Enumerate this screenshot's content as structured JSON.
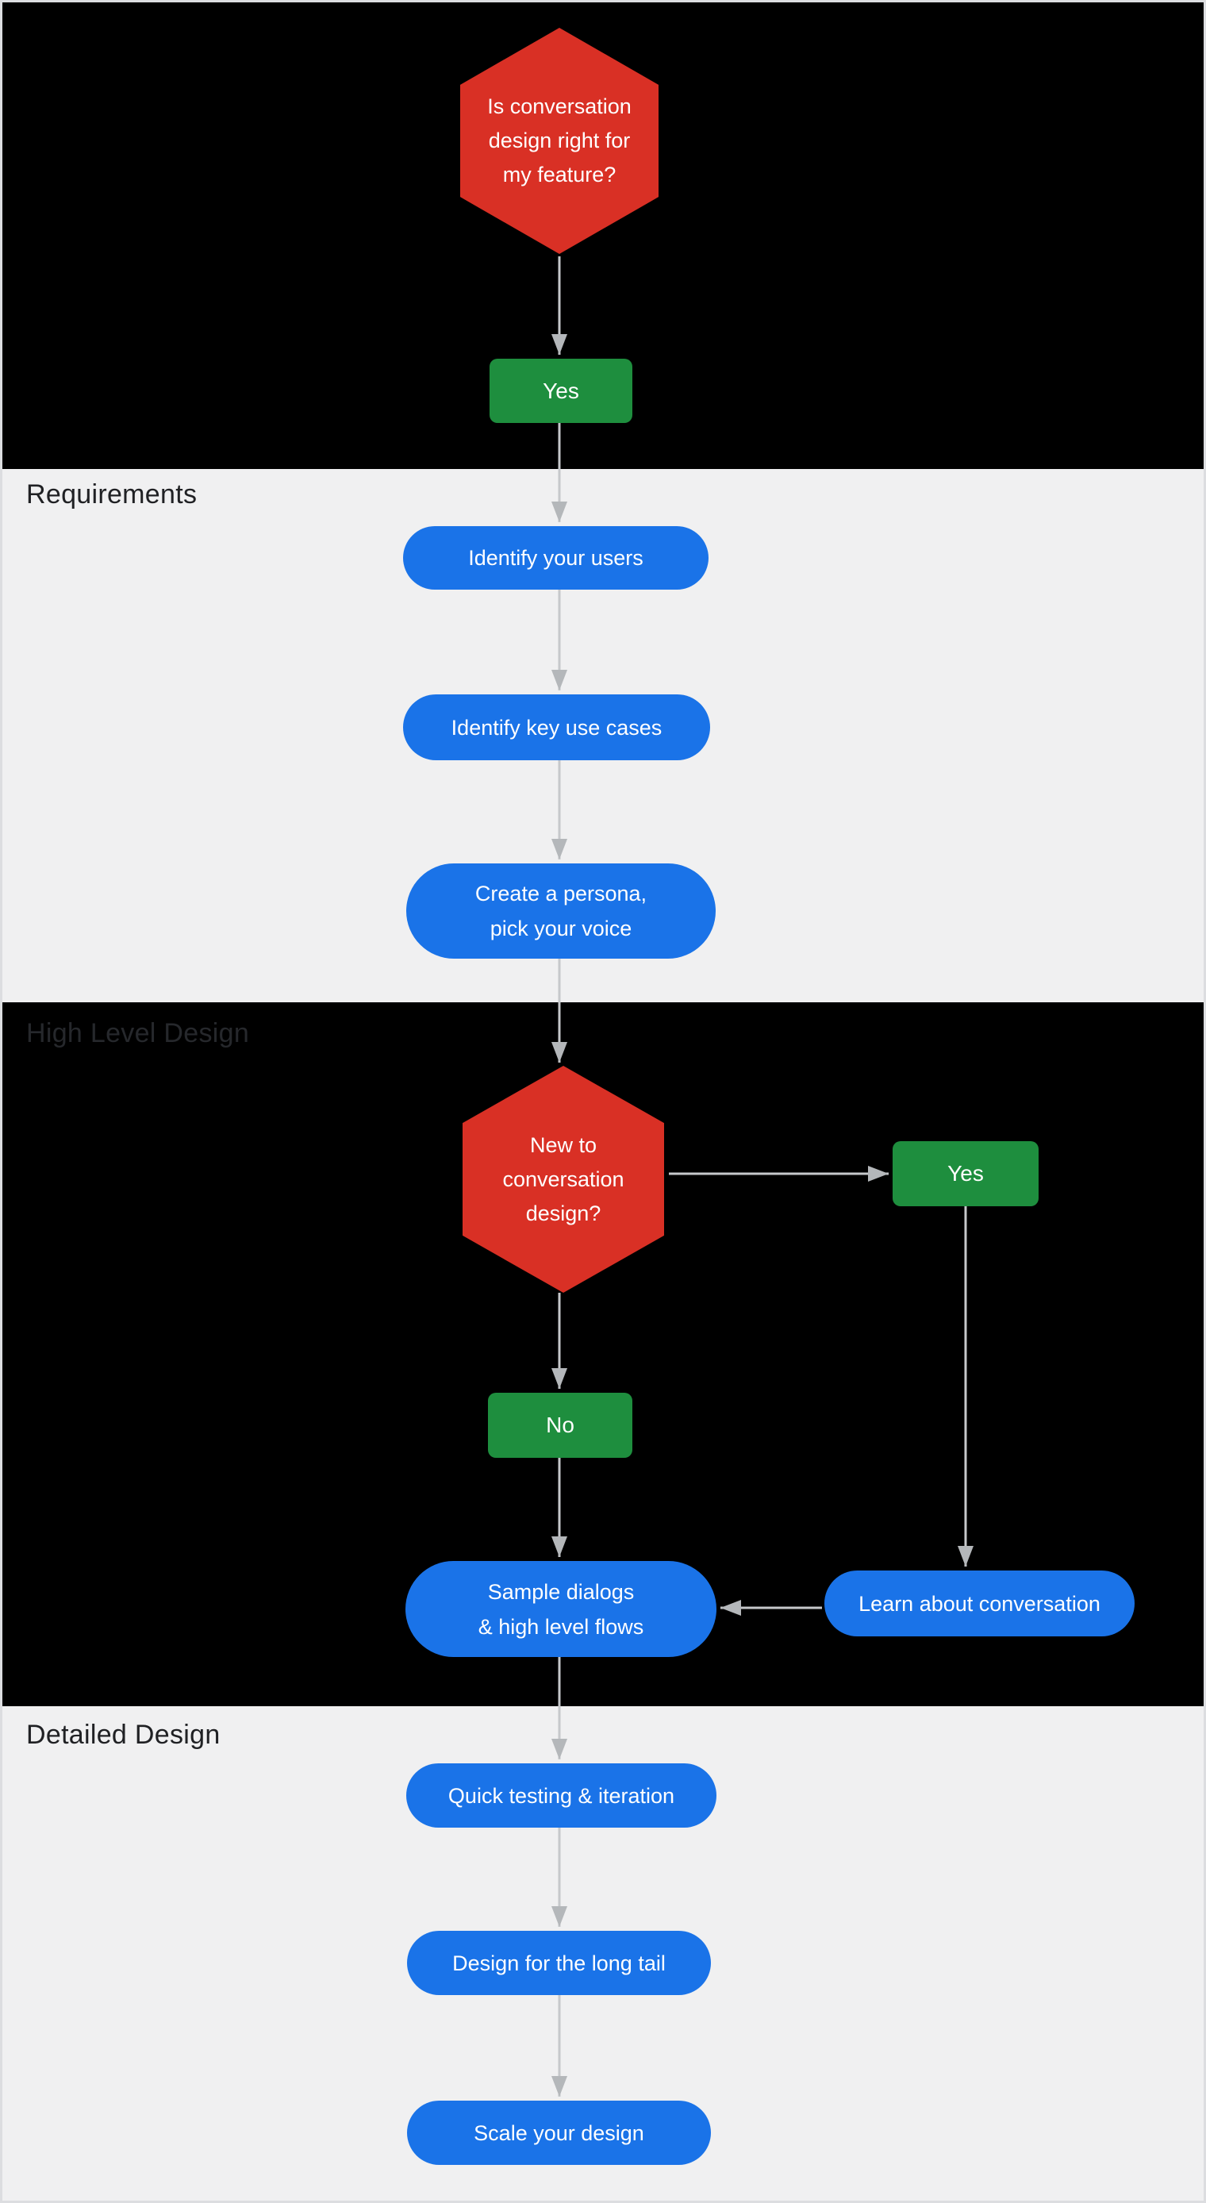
{
  "diagram": {
    "sections": {
      "requirements": "Requirements",
      "high_level_design": "High Level Design",
      "detailed_design": "Detailed Design"
    },
    "nodes": {
      "q_feature": {
        "label": "Is conversation design right for my feature?",
        "lines": [
          "Is conversation",
          "design right for",
          "my feature?"
        ]
      },
      "yes_1": {
        "label": "Yes"
      },
      "identify_users": {
        "label": "Identify your users"
      },
      "identify_key_use_cases": {
        "label": "Identify key use cases"
      },
      "create_persona": {
        "label": "Create a persona, pick your voice",
        "lines": [
          "Create a persona,",
          "pick your voice"
        ]
      },
      "q_new_to_cd": {
        "label": "New to conversation design?",
        "lines": [
          "New to",
          "conversation",
          "design?"
        ]
      },
      "yes_2": {
        "label": "Yes"
      },
      "no_1": {
        "label": "No"
      },
      "sample_dialogs": {
        "label": "Sample dialogs & high level flows",
        "lines": [
          "Sample dialogs",
          "& high level flows"
        ]
      },
      "learn_about_conversation": {
        "label": "Learn about conversation"
      },
      "quick_testing": {
        "label": "Quick testing & iteration"
      },
      "design_long_tail": {
        "label": "Design for the long tail"
      },
      "scale_your_design": {
        "label": "Scale your design"
      }
    }
  },
  "colors": {
    "red": "#d93025",
    "green": "#1e8e3e",
    "blue": "#1a73e8",
    "dark": "#000000",
    "light": "#f0f0f1",
    "border": "#dcdde0",
    "line": "#c6c8cb",
    "arrow": "#b4b7ba",
    "label": "#202124",
    "labelDark": "#26282c"
  }
}
